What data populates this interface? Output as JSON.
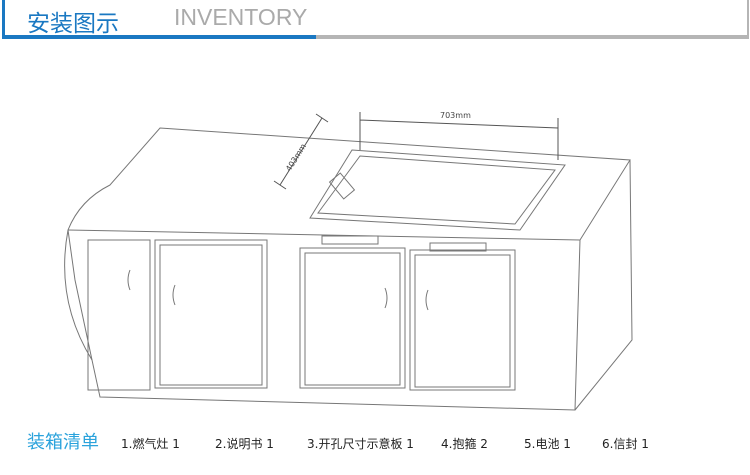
{
  "header": {
    "title_cn": "安装图示",
    "title_en": "INVENTORY"
  },
  "diagram": {
    "width_label": "703mm",
    "depth_label": "403mm"
  },
  "packing_list": {
    "title": "装箱清单",
    "items": [
      "1.燃气灶 1",
      "2.说明书 1",
      "3.开孔尺寸示意板 1",
      "4.抱箍 2",
      "5.电池 1",
      "6.信封 1"
    ]
  }
}
